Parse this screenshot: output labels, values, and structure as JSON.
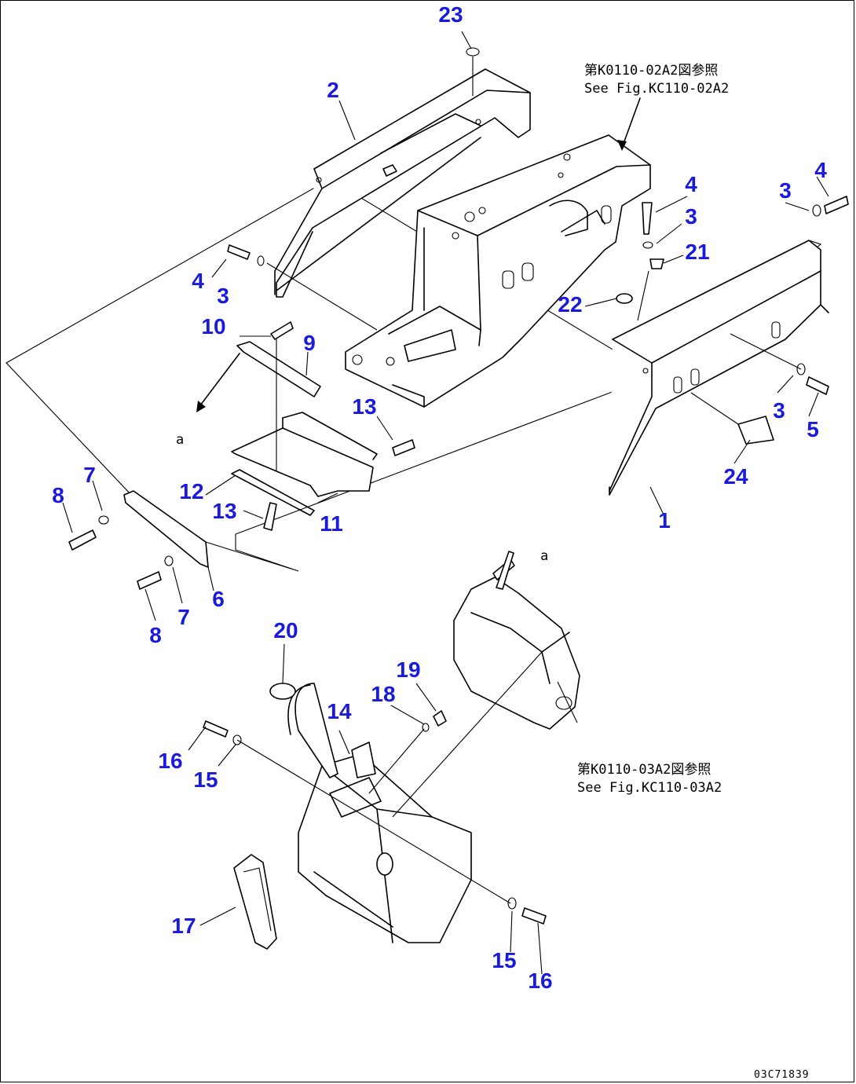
{
  "colors": {
    "label": "#1a1adc",
    "line": "#000000",
    "background": "#ffffff"
  },
  "labels": [
    "1",
    "2",
    "3",
    "4",
    "5",
    "6",
    "7",
    "8",
    "9",
    "10",
    "11",
    "12",
    "13",
    "14",
    "15",
    "16",
    "17",
    "18",
    "19",
    "20",
    "21",
    "22",
    "23",
    "24"
  ],
  "refs": {
    "top_jp": "第K0110-02A2図参照",
    "top_en": "See Fig.KC110-02A2",
    "bottom_jp": "第K0110-03A2図参照",
    "bottom_en": "See Fig.KC110-03A2"
  },
  "marker": "a",
  "doc_code": "03C71839"
}
